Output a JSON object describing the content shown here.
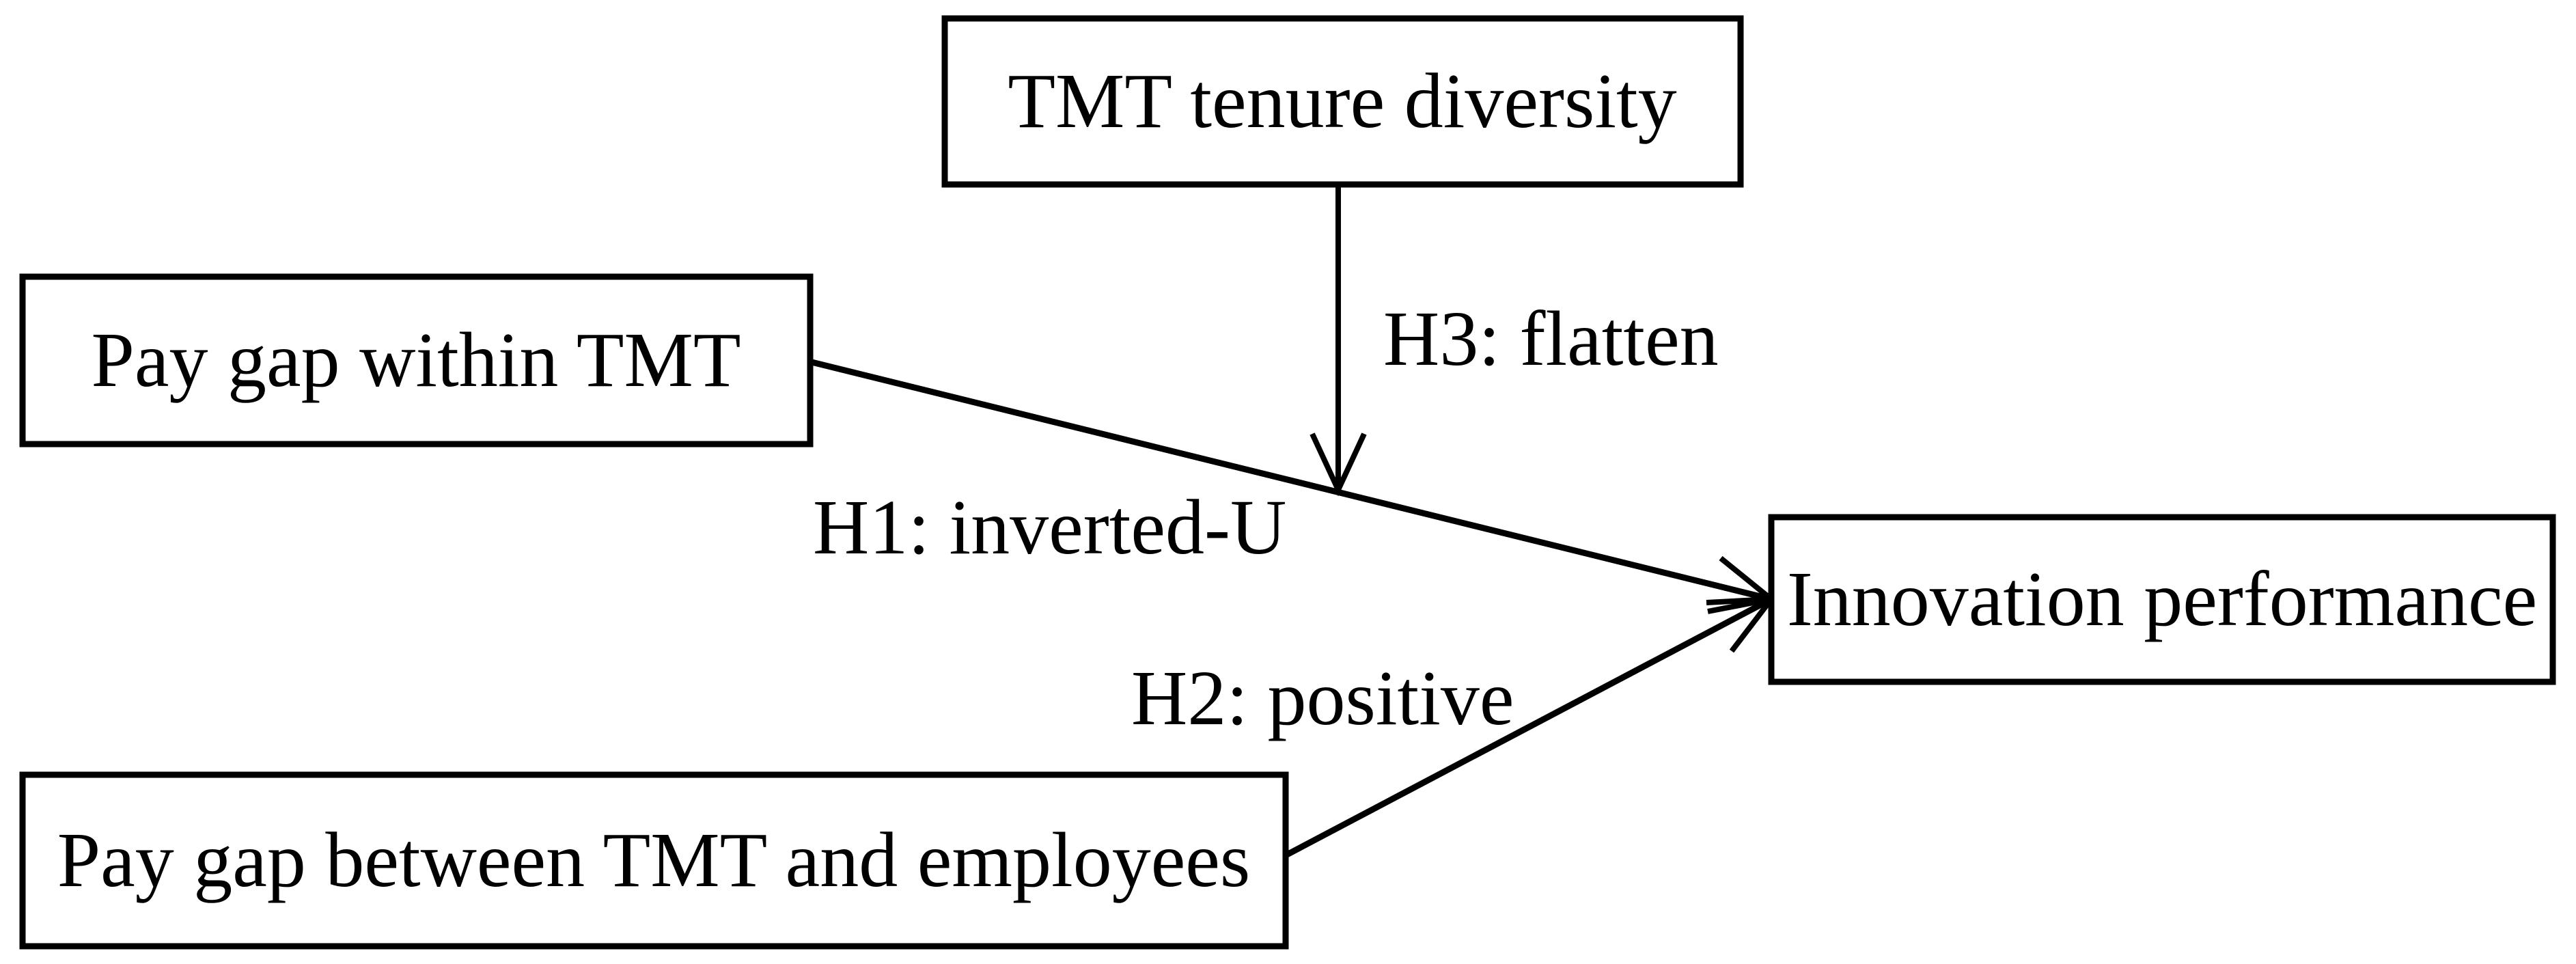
{
  "colors": {
    "background": "#ffffff",
    "stroke": "#000000",
    "text": "#000000"
  },
  "diagram": {
    "nodes": [
      {
        "id": "tmt-tenure-diversity",
        "label": "TMT tenure diversity"
      },
      {
        "id": "pay-gap-within-tmt",
        "label": "Pay gap within TMT"
      },
      {
        "id": "pay-gap-between-tmt-and-employees",
        "label": "Pay gap between TMT and employees"
      },
      {
        "id": "innovation-performance",
        "label": "Innovation performance"
      }
    ],
    "edges": [
      {
        "id": "h1",
        "label": "H1: inverted-U",
        "from": "pay-gap-within-tmt",
        "to": "innovation-performance"
      },
      {
        "id": "h2",
        "label": "H2: positive",
        "from": "pay-gap-between-tmt-and-employees",
        "to": "innovation-performance"
      },
      {
        "id": "h3",
        "label": "H3: flatten",
        "from": "tmt-tenure-diversity",
        "to": "edge-h1"
      }
    ]
  }
}
